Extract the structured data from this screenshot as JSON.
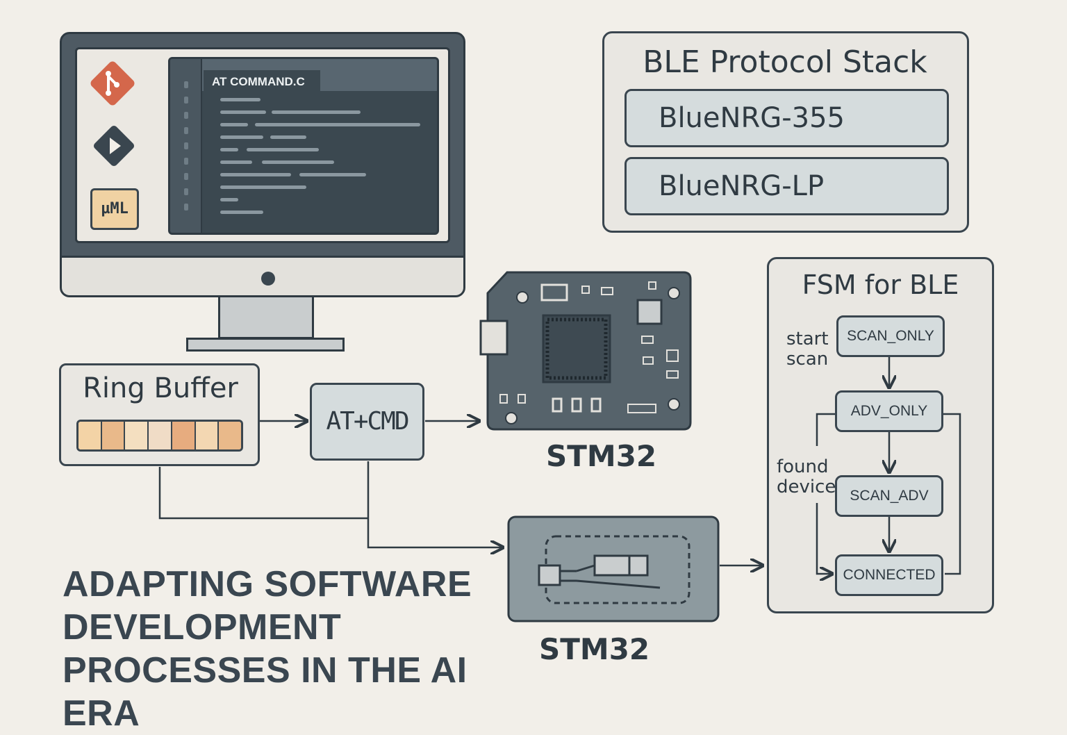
{
  "editor": {
    "tab_label": "AT COMMAND.C"
  },
  "icons": {
    "uml_label": "µML"
  },
  "ble_stack": {
    "title": "BLE Protocol Stack",
    "items": [
      {
        "label": "BlueNRG-355"
      },
      {
        "label": "BlueNRG-LP"
      }
    ]
  },
  "ring_buffer": {
    "title": "Ring Buffer",
    "cell_colors": [
      "#f3d3a6",
      "#e9b98a",
      "#f4dfc0",
      "#f0dcc6",
      "#e7ac7f",
      "#f3d7b2",
      "#e9b98a"
    ]
  },
  "at_cmd": {
    "label": "AT+CMD"
  },
  "boards": {
    "main_label": "STM32",
    "module_label": "STM32"
  },
  "fsm": {
    "title": "FSM for BLE",
    "states": [
      {
        "label": "SCAN_ONLY"
      },
      {
        "label": "ADV_ONLY"
      },
      {
        "label": "SCAN_ADV"
      },
      {
        "label": "CONNECTED"
      }
    ],
    "labels": {
      "start_scan": [
        "start",
        "scan"
      ],
      "found_device": [
        "found",
        "device"
      ]
    }
  },
  "headline": {
    "lines": [
      "ADAPTING SOFTWARE",
      "DEVELOPMENT",
      "PROCESSES IN THE AI ERA"
    ]
  },
  "colors": {
    "git": "#d4674b",
    "accent_dark": "#2f3a42",
    "panel": "#d5dcdd"
  }
}
